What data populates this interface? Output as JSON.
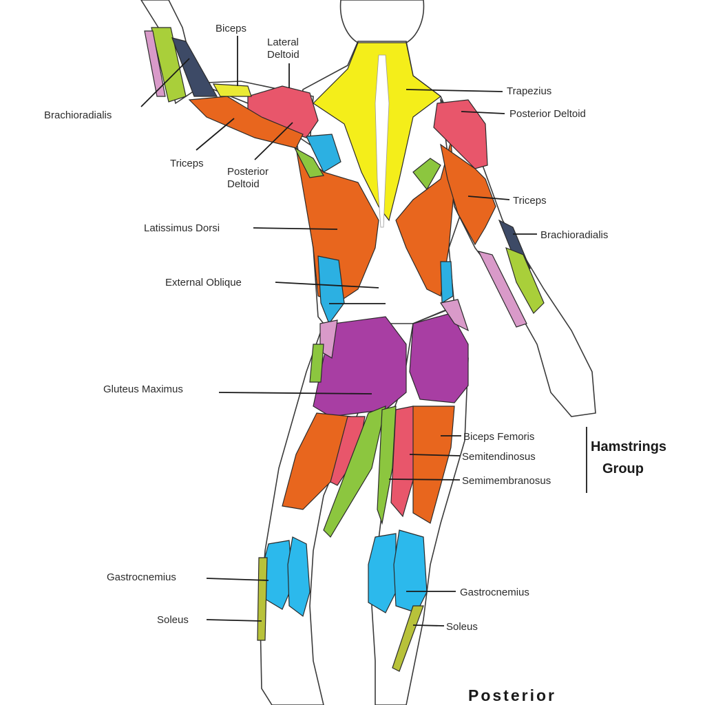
{
  "colors": {
    "trapezius": "#f4ee1a",
    "deltoid": "#e8566b",
    "triceps": "#e8661e",
    "latissimus": "#e8661e",
    "biceps": "#eaea34",
    "forearm_green": "#a9cf3a",
    "forearm_dark": "#3d4a66",
    "forearm_pink": "#d99ac9",
    "oblique": "#2cb0e2",
    "gluteus": "#a83ea3",
    "hamstring": "#e8661e",
    "semimembranosus": "#e8566b",
    "adductor_green": "#8cc63f",
    "gastrocnemius": "#2cb9ec",
    "soleus": "#b8c23a",
    "skin_outline": "#3a3a3a"
  },
  "labels": {
    "biceps_left": "Biceps",
    "lateral_deltoid_line1": "Lateral",
    "lateral_deltoid_line2": "Deltoid",
    "brachioradialis_left": "Brachioradialis",
    "triceps_left": "Triceps",
    "posterior_deltoid_left_line1": "Posterior",
    "posterior_deltoid_left_line2": "Deltoid",
    "latissimus_dorsi": "Latissimus Dorsi",
    "external_oblique": "External Oblique",
    "gluteus_maximus": "Gluteus Maximus",
    "gastrocnemius_left": "Gastrocnemius",
    "soleus_left": "Soleus",
    "trapezius": "Trapezius",
    "posterior_deltoid_right": "Posterior Deltoid",
    "triceps_right": "Triceps",
    "brachioradialis_right": "Brachioradialis",
    "biceps_femoris": "Biceps Femoris",
    "semitendinosus": "Semitendinosus",
    "semimembranosus": "Semimembranosus",
    "gastrocnemius_right": "Gastrocnemius",
    "soleus_right": "Soleus"
  },
  "group": {
    "line1": "Hamstrings",
    "line2": "Group"
  },
  "view_title": "Posterior"
}
